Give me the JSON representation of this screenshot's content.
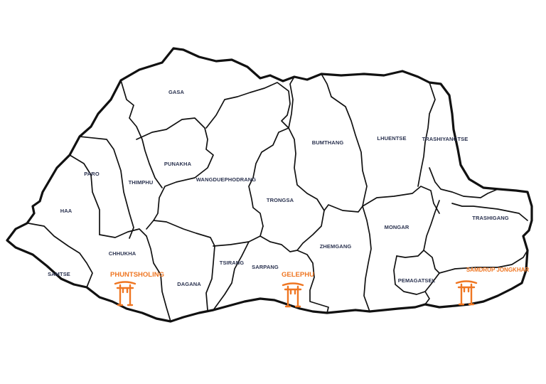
{
  "colors": {
    "outline": "#111111",
    "district_label": "#2b3350",
    "border_town": "#ef7622",
    "background": "#ffffff"
  },
  "districts": [
    {
      "name": "GASA"
    },
    {
      "name": "PARO"
    },
    {
      "name": "THIMPHU"
    },
    {
      "name": "PUNAKHA"
    },
    {
      "name": "HAA"
    },
    {
      "name": "WANGDUEPHODRANG"
    },
    {
      "name": "BUMTHANG"
    },
    {
      "name": "LHUENTSE"
    },
    {
      "name": "TRASHIYANGTSE"
    },
    {
      "name": "TRONGSA"
    },
    {
      "name": "MONGAR"
    },
    {
      "name": "TRASHIGANG"
    },
    {
      "name": "CHHUKHA"
    },
    {
      "name": "ZHEMGANG"
    },
    {
      "name": "SAMTSE"
    },
    {
      "name": "TSIRANG"
    },
    {
      "name": "SARPANG"
    },
    {
      "name": "DAGANA"
    },
    {
      "name": "PEMAGATSEL"
    }
  ],
  "border_towns": [
    {
      "name": "PHUNTSHOLING",
      "icon": "gate-icon"
    },
    {
      "name": "GELEPHU",
      "icon": "gate-icon"
    },
    {
      "name": "SAMDRUP JONGKHAR",
      "icon": "gate-icon"
    }
  ]
}
